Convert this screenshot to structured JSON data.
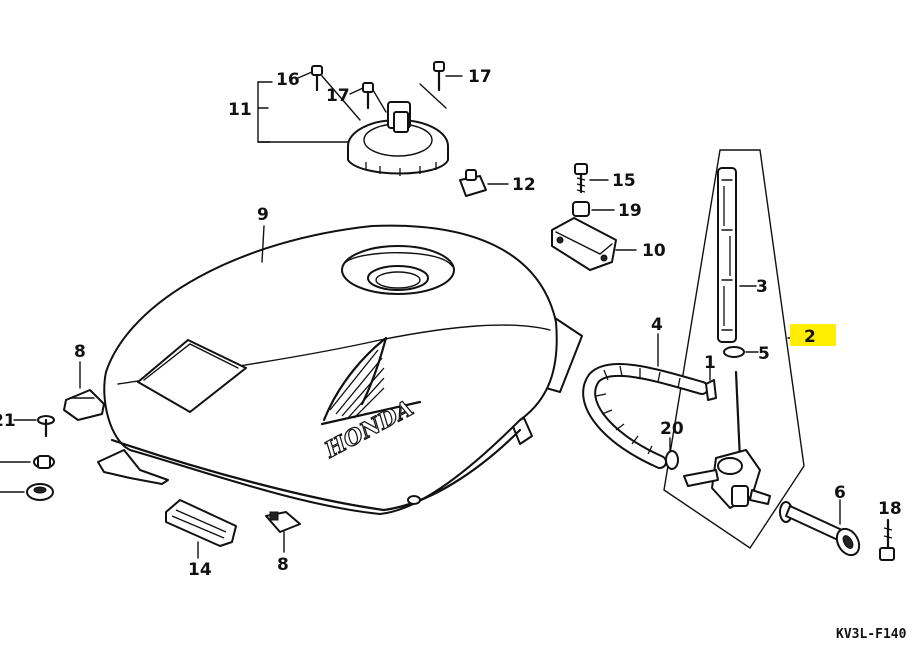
{
  "diagram": {
    "sheet_code": "KV3L-F140",
    "highlight_color": "#ffee00",
    "emblem_text": "HONDA",
    "callouts": {
      "c1": "1",
      "c2": "2",
      "c3": "3",
      "c4": "4",
      "c5": "5",
      "c6": "6",
      "c8a": "8",
      "c8b": "8",
      "c9": "9",
      "c10": "10",
      "c11": "11",
      "c12": "12",
      "c14": "14",
      "c15": "15",
      "c16": "16",
      "c17a": "17",
      "c17b": "17",
      "c18": "18",
      "c19": "19",
      "c20": "20",
      "c21": "21"
    }
  }
}
